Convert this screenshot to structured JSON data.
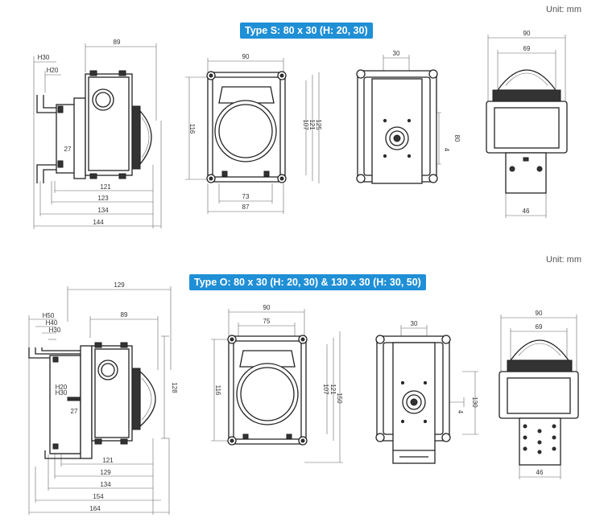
{
  "unit_label": "Unit: mm",
  "section_s": {
    "title": "Type S: 80 x 30 (H: 20, 30)",
    "side": {
      "d89": "89",
      "h30": "H30",
      "h20": "H20",
      "d27": "27",
      "d121": "121",
      "d123": "123",
      "d134": "134",
      "d144": "144"
    },
    "front": {
      "d90": "90",
      "d116": "116",
      "d107": "107",
      "d121": "121",
      "d125": "125",
      "d73": "73",
      "d87": "87"
    },
    "back": {
      "d30": "30",
      "d80": "80",
      "d4": "4"
    },
    "end": {
      "d90": "90",
      "d69": "69",
      "d46": "46"
    }
  },
  "section_o": {
    "title": "Type O: 80 x 30 (H: 20, 30) & 130 x 30 (H: 30, 50)",
    "side": {
      "d129": "129",
      "d89": "89",
      "h50": "H50",
      "h40": "H40",
      "h30": "H30",
      "h20": "H20",
      "h30b": "H30",
      "d27": "27",
      "d128": "128",
      "d121": "121",
      "d129b": "129",
      "d134": "134",
      "d154": "154",
      "d164": "164"
    },
    "front": {
      "d90": "90",
      "d75": "75",
      "d116": "116",
      "d107": "107",
      "d121": "121",
      "d150": "150"
    },
    "back": {
      "d30": "30",
      "d130": "130",
      "d4": "4"
    },
    "end": {
      "d90": "90",
      "d69": "69",
      "d46": "46"
    }
  }
}
